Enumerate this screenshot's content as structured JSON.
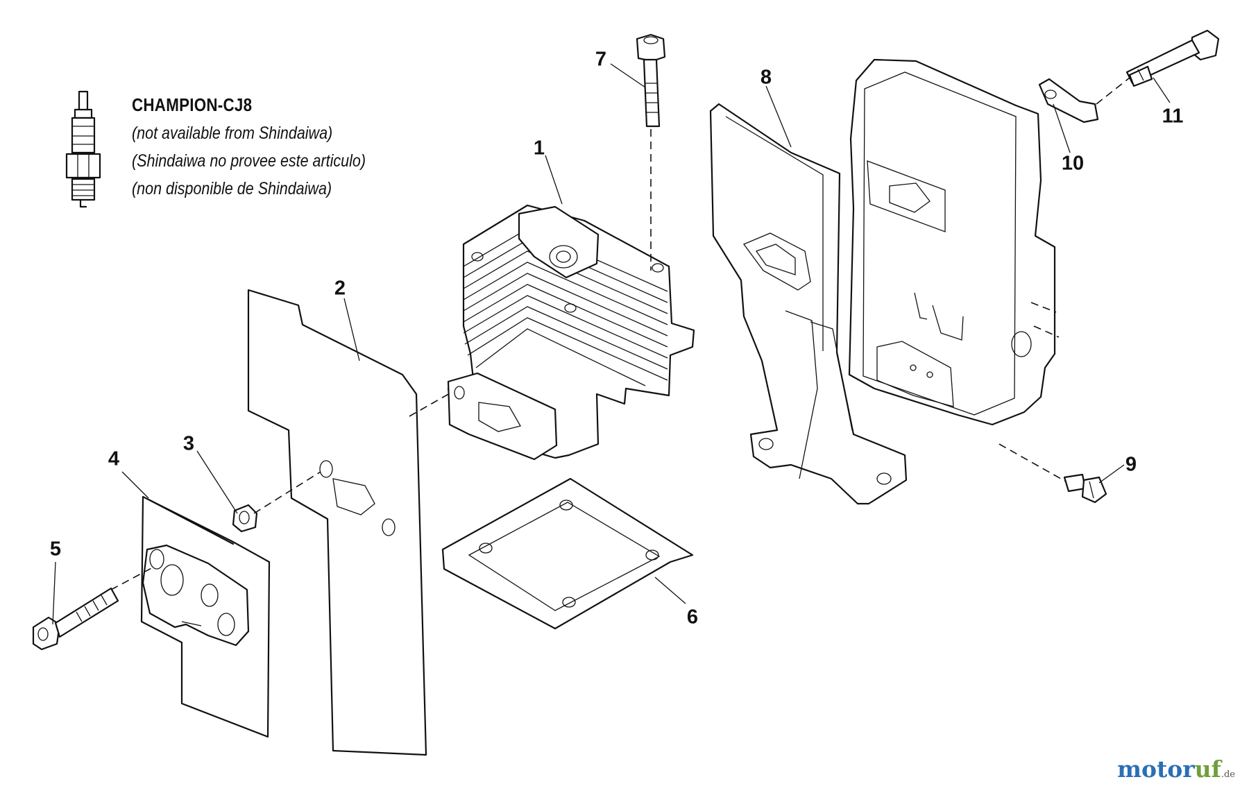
{
  "note": {
    "title": "CHAMPION-CJ8",
    "line1": "(not available from Shindaiwa)",
    "line2": "(Shindaiwa no provee este articulo)",
    "line3": "(non disponible de Shindaiwa)"
  },
  "callouts": [
    "1",
    "2",
    "3",
    "4",
    "5",
    "6",
    "7",
    "8",
    "9",
    "10",
    "11"
  ],
  "parts": [
    "spark-plug",
    "cylinder",
    "insulator-gasket",
    "nut",
    "intake-manifold",
    "bolt",
    "cylinder-gasket",
    "cap-screw",
    "muffler-gasket",
    "muffler",
    "screw",
    "lock-plate",
    "long-bolt"
  ],
  "watermark": {
    "text_a": "motor",
    "text_b": "uf",
    "suffix": ".de"
  }
}
